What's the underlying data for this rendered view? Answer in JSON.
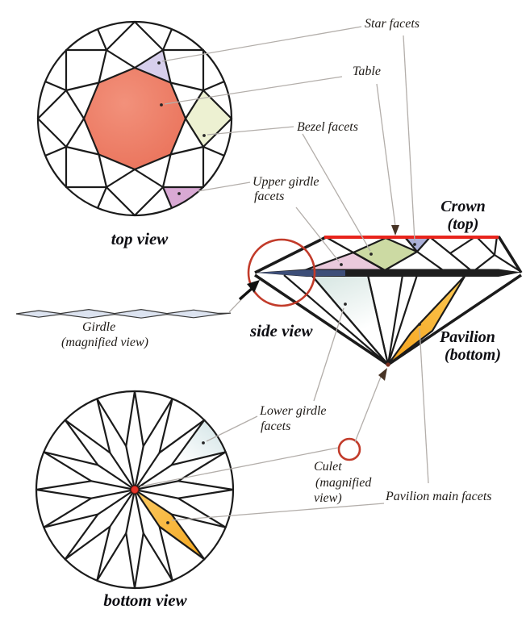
{
  "labels": {
    "star_facets": "Star facets",
    "table": "Table",
    "bezel_facets": "Bezel facets",
    "upper_girdle_1": "Upper girdle",
    "upper_girdle_2": "facets",
    "crown_1": "Crown",
    "crown_2": "(top)",
    "side_view": "side view",
    "girdle_1": "Girdle",
    "girdle_2": "(magnified view)",
    "pavilion_1": "Pavilion",
    "pavilion_2": "(bottom)",
    "lower_girdle_1": "Lower girdle",
    "lower_girdle_2": "facets",
    "culet_1": "Culet",
    "culet_2": "(magnified",
    "culet_3": "view)",
    "pavilion_main": "Pavilion main facets",
    "top_view": "top view",
    "bottom_view": "bottom view"
  },
  "colors": {
    "line_dark": "#1b1b1b",
    "leader_gray": "#b3aeaa",
    "table_fill_light": "#f2917b",
    "table_fill_dark": "#e97058",
    "star_facet": "#d7cfec",
    "bezel_facet": "#edf1d2",
    "upper_girdle_top": "#d9a9d4",
    "crown_upper_girdle_side": "#eac9dc",
    "crown_bezel_side": "#ccdaa3",
    "crown_star_side": "#abb0d8",
    "girdle_band_navy": "#3d4e78",
    "girdle_band_dark": "#1e1e1e",
    "lower_girdle_side": "#d5e5e1",
    "pavilion_main_light": "#fcca55",
    "pavilion_main_dark": "#f5a31d",
    "lower_girdle_bottom": "#cfe2e4",
    "pavilion_main_bottom_light": "#fbca63",
    "pavilion_main_bottom_dark": "#f4a71f",
    "girdle_strip_fill": "#dce3f0",
    "table_edge_red": "#e8241c",
    "magnifier_red": "#c23b2a",
    "culet_red": "#e8352a",
    "culet_brown": "#7b3020",
    "fade_white": "#ffffff",
    "arrow_dark": "#473325"
  }
}
